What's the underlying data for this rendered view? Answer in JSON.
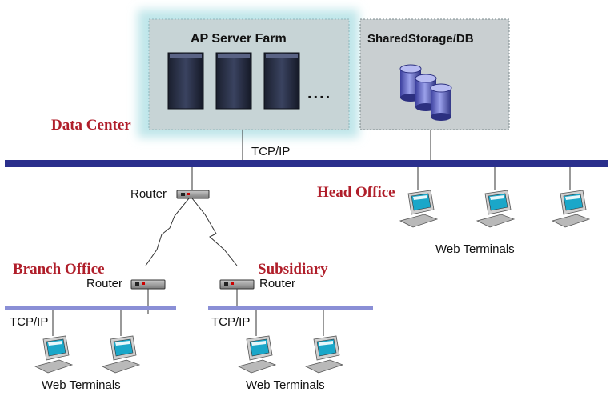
{
  "data_center": {
    "label": "Data Center",
    "server_farm_title": "AP Server Farm",
    "ellipsis": "....",
    "storage_title": "SharedStorage/DB",
    "backbone_protocol": "TCP/IP"
  },
  "head_office": {
    "label": "Head Office",
    "terminals_label": "Web Terminals"
  },
  "routers": {
    "main_label": "Router",
    "branch_label": "Router",
    "subsidiary_label": "Router"
  },
  "branch_office": {
    "label": "Branch Office",
    "protocol": "TCP/IP",
    "terminals_label": "Web Terminals"
  },
  "subsidiary": {
    "label": "Subsidiary",
    "protocol": "TCP/IP",
    "terminals_label": "Web Terminals"
  },
  "colors": {
    "backbone": "#2a2f8c",
    "lan": "#8a8fd6",
    "panel_fill": "#c7d4d6",
    "panel_glow": "#bfe6ea",
    "accent_text": "#b01e2a"
  }
}
